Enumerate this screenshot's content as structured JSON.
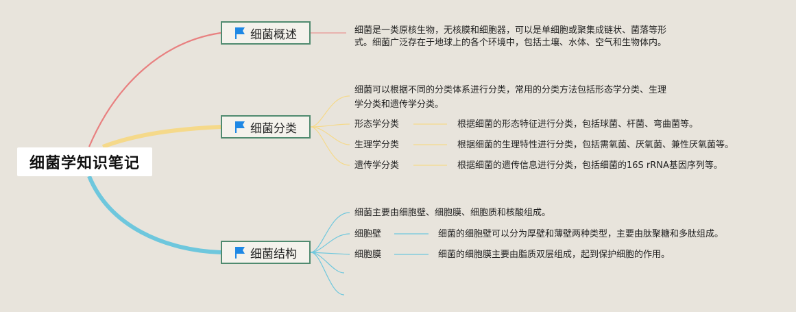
{
  "root": {
    "title": "细菌学知识笔记"
  },
  "topics": [
    {
      "label": "细菌概述",
      "icon": "flag-icon",
      "text_line1": "细菌是一类原核生物，无核膜和细胞器，可以是单细胞或聚集成链状、菌落等形",
      "text_line2": "式。细菌广泛存在于地球上的各个环境中，包括土壤、水体、空气和生物体内。"
    },
    {
      "label": "细菌分类",
      "icon": "flag-icon",
      "text_line1": "细菌可以根据不同的分类体系进行分类，常用的分类方法包括形态学分类、生理",
      "text_line2": "学分类和遗传学分类。",
      "subs": [
        {
          "name": "形态学分类",
          "desc": "根据细菌的形态特征进行分类，包括球菌、杆菌、弯曲菌等。"
        },
        {
          "name": "生理学分类",
          "desc": "根据细菌的生理特性进行分类，包括需氧菌、厌氧菌、兼性厌氧菌等。"
        },
        {
          "name": "遗传学分类",
          "desc": "根据细菌的遗传信息进行分类，包括细菌的16S rRNA基因序列等。"
        }
      ]
    },
    {
      "label": "细菌结构",
      "icon": "flag-icon",
      "text_line1": "细菌主要由细胞壁、细胞膜、细胞质和核酸组成。",
      "subs": [
        {
          "name": "细胞壁",
          "desc": "细菌的细胞壁可以分为厚壁和薄壁两种类型，主要由肽聚糖和多肽组成。"
        },
        {
          "name": "细胞膜",
          "desc": "细菌的细胞膜主要由脂质双层组成，起到保护细胞的作用。"
        }
      ]
    }
  ],
  "colors": {
    "background": "#e8e4dc",
    "branch_overview": "#e88080",
    "branch_classification": "#f5d98a",
    "branch_structure": "#6ec7dd",
    "topic_border": "#4f8a6f",
    "flag": "#1e88e5"
  }
}
